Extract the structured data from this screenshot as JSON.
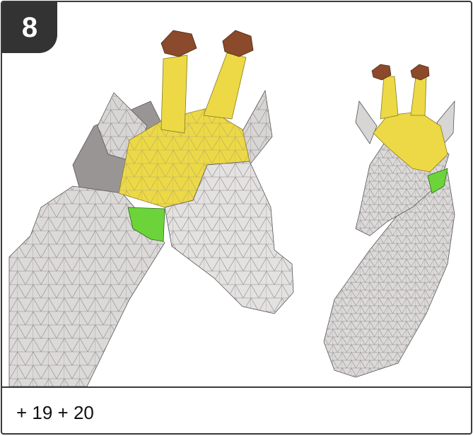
{
  "step": {
    "number": "8"
  },
  "caption": {
    "text": "+ 19 + 20"
  },
  "colors": {
    "frame": "#3a3a3a",
    "badge": "#333333",
    "body": "#d9d6d6",
    "yellow": "#ecd945",
    "green": "#6cd43a",
    "horn_tip": "#8b4a2b"
  },
  "illustration": {
    "left_view": "giraffe-head-closeup",
    "right_view": "giraffe-head-full"
  }
}
